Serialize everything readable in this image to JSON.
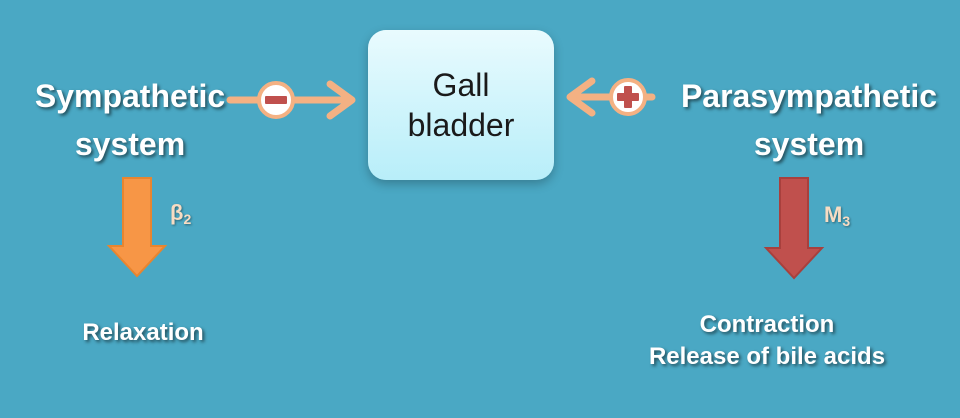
{
  "center": {
    "line1": "Gall",
    "line2": "bladder"
  },
  "sympathetic": {
    "line1": "Sympathetic",
    "line2": "system",
    "sign": "−",
    "receptor": {
      "base": "β",
      "sub": "2"
    },
    "effect": "Relaxation"
  },
  "parasympathetic": {
    "line1": "Parasympathetic",
    "line2": "system",
    "sign": "+",
    "receptor": {
      "base": "M",
      "sub": "3"
    },
    "effect_line1": "Contraction",
    "effect_line2": "Release of bile acids"
  },
  "colors": {
    "background": "#4aa8c4",
    "connector": "#f4b183",
    "inhibit_sign": "#c0504d",
    "sympathetic_arrow": "#f79646",
    "parasympathetic_arrow": "#c0504d"
  }
}
